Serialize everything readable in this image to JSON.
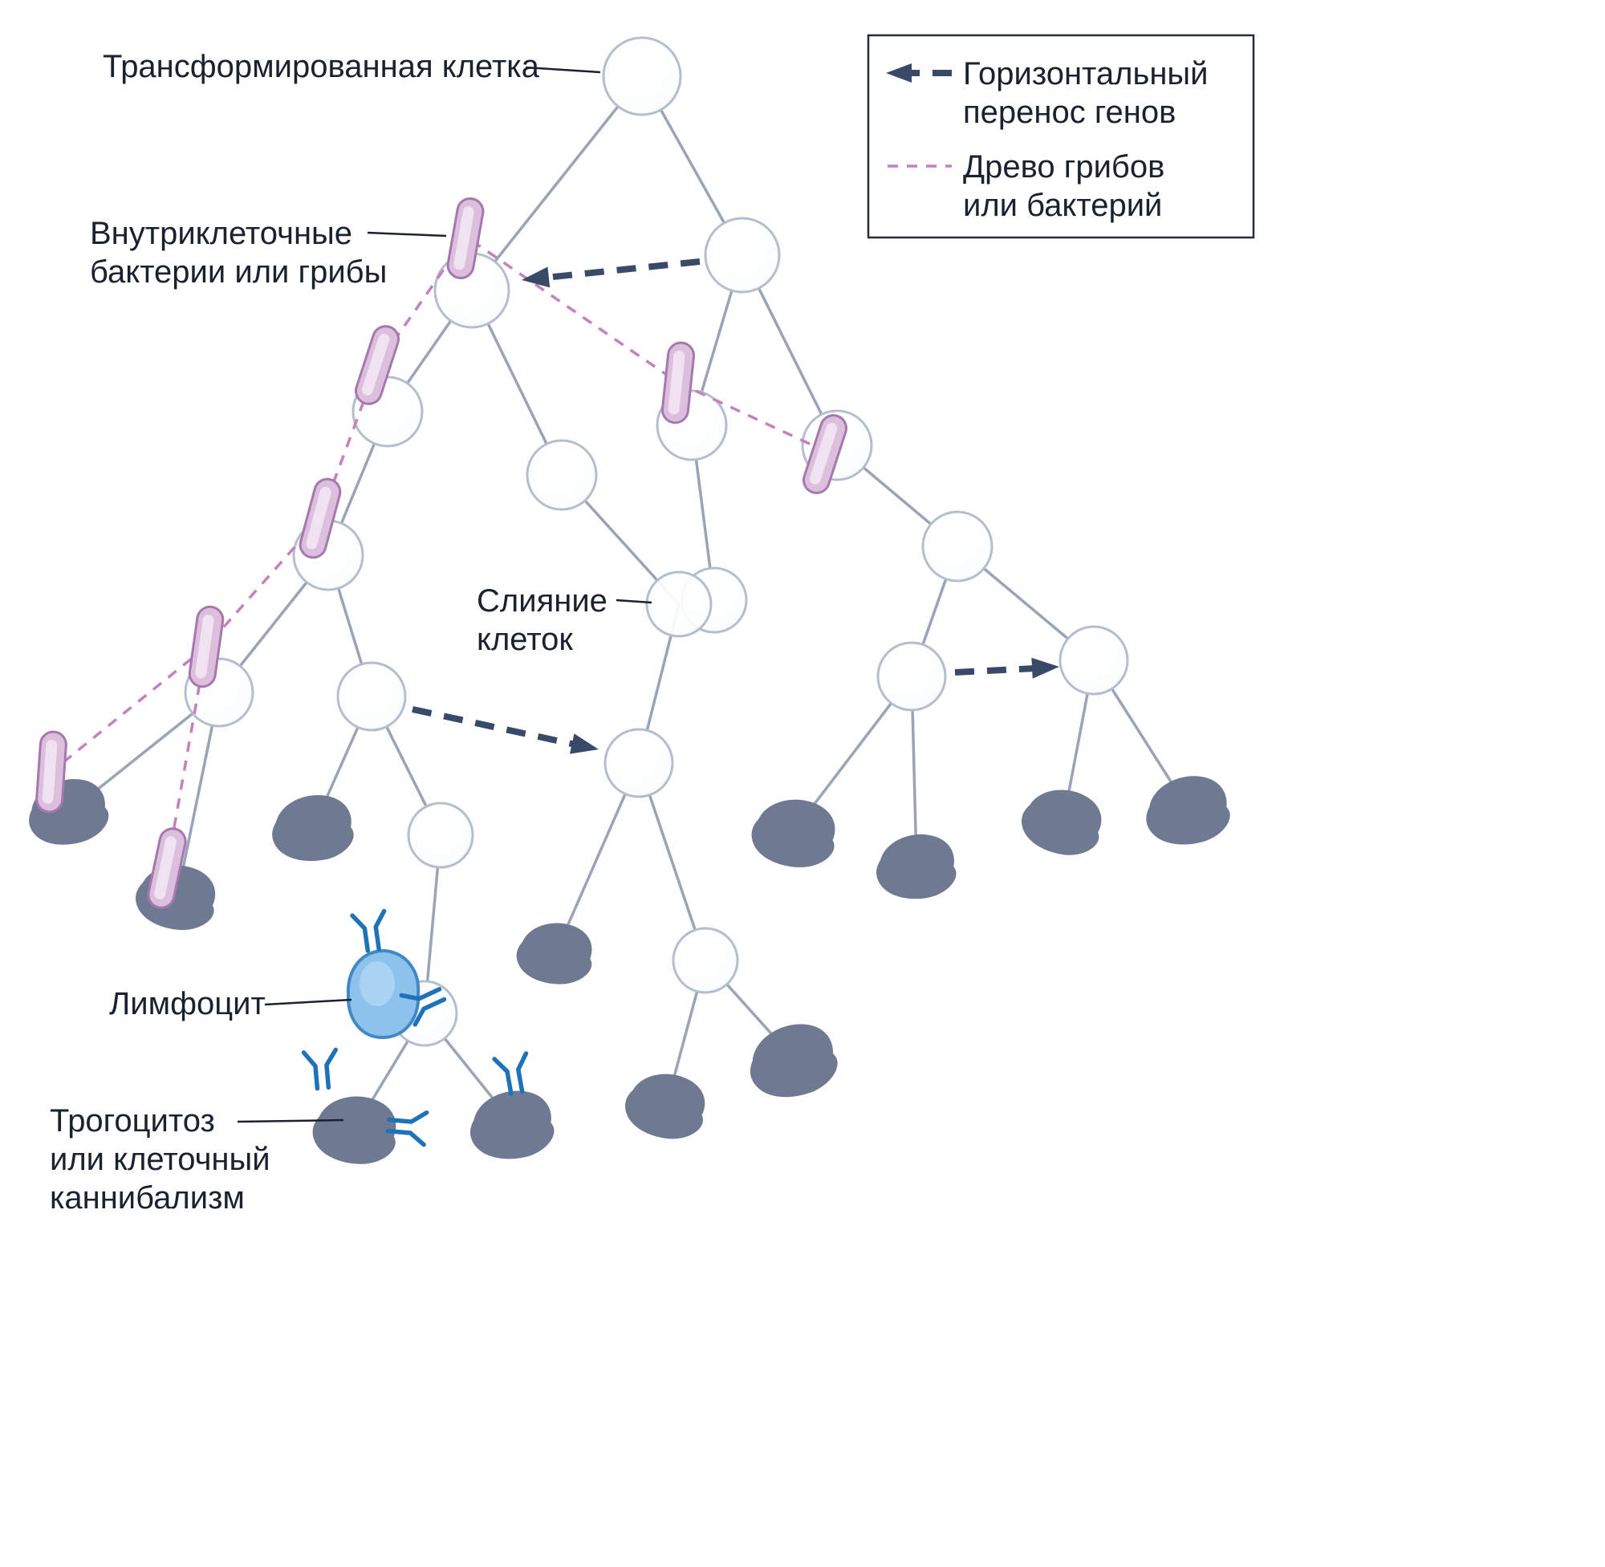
{
  "labels": {
    "transformed_cell": "Трансформированная клетка",
    "intracellular_lines": [
      "Внутриклеточные",
      "бактерии или грибы"
    ],
    "cell_fusion_lines": [
      "Слияние",
      "клеток"
    ],
    "lymphocyte": "Лимфоцит",
    "trogocytosis_lines": [
      "Трогоцитоз",
      "или клеточный",
      "каннибализм"
    ]
  },
  "legend": {
    "horizontal_gene_transfer_lines": [
      "Горизонтальный",
      "перенос генов"
    ],
    "fungi_bacteria_tree_lines": [
      "Древо грибов",
      "или бактерий"
    ]
  },
  "icons": {
    "cell": "white-circle",
    "dead_cell": "dark-gray-blob",
    "bacterium": "pink-rod",
    "lymphocyte": "blue-blob",
    "antibody": "blue-y-glyph",
    "gene_transfer": "dark-dashed-arrow",
    "fungi_tree": "pink-dashed-line"
  },
  "colors": {
    "cell_stroke": "#b5becd",
    "edge": "#9aa4b6",
    "dead_cell": "#6f7992",
    "bacterium_fill": "#dcbedd",
    "bacterium_inner": "#f1e2f2",
    "bacterium_stroke": "#a678ae",
    "fungi_tree_dash": "#c481bd",
    "gene_transfer_arrow": "#394a68",
    "lymphocyte_fill": "#8cc2ec",
    "lymphocyte_stroke": "#4189c6",
    "antibody": "#1d72b8",
    "text": "#1c2130"
  }
}
